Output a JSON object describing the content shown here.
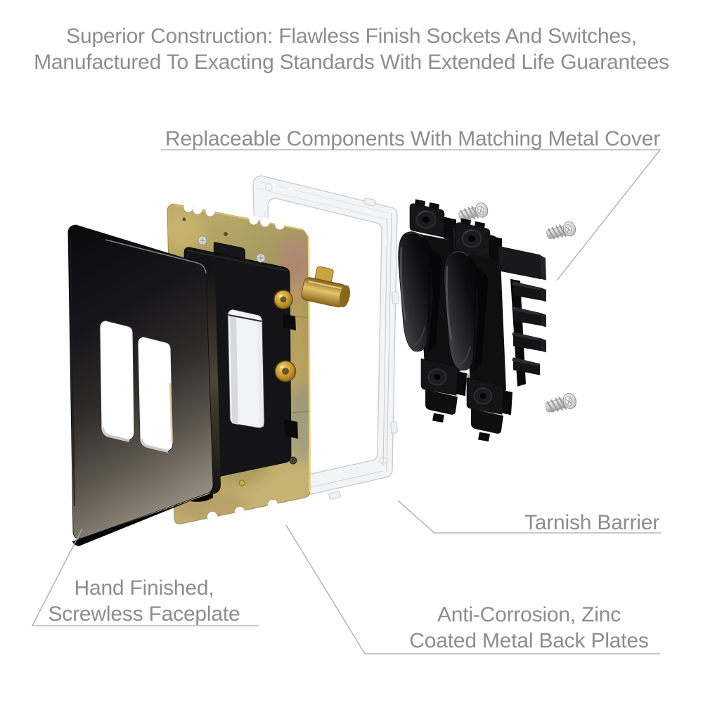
{
  "heading": {
    "line1": "Superior Construction: Flawless Finish Sockets And Switches,",
    "line2": "Manufactured To Exacting Standards With Extended Life Guarantees"
  },
  "callouts": {
    "replaceable_components": {
      "label": "Replaceable Components With Matching Metal Cover"
    },
    "tarnish_barrier": {
      "label": "Tarnish Barrier"
    },
    "hand_finished": {
      "line1": "Hand Finished,",
      "line2": "Screwless Faceplate"
    },
    "anti_corrosion": {
      "line1": "Anti-Corrosion, Zinc",
      "line2": "Coated Metal Back Plates"
    }
  },
  "colors": {
    "background": "#ffffff",
    "annotation_text": "#8d8d8d",
    "leader_line": "#a9a9a9",
    "faceplate_dark": "#0c0c0f",
    "faceplate_sheen": "#938b7e",
    "zinc_backplate_gold": "#b3a268",
    "brass": "#d4a94a",
    "switch_black": "#111113",
    "screw_silver": "#d6d6d6",
    "clear_frame": "#f3f4f6"
  }
}
